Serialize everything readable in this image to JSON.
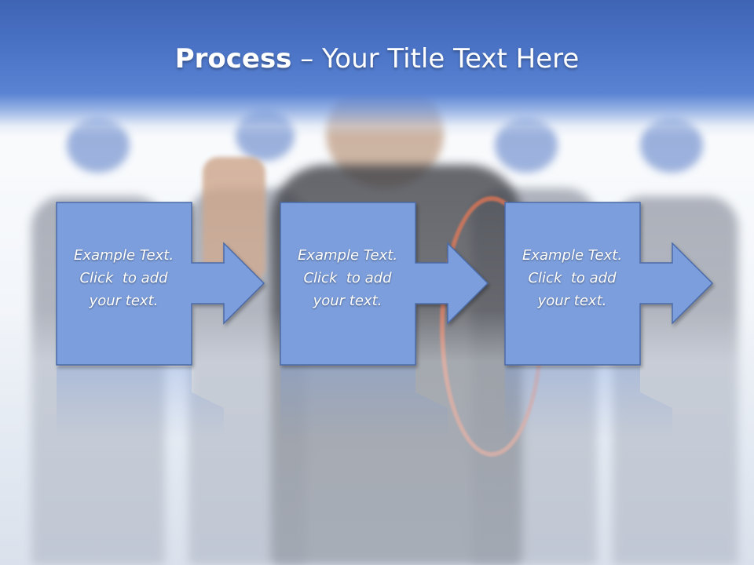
{
  "slide": {
    "title_bold": "Process",
    "title_rest": " – Your Title Text Here",
    "colors": {
      "header": "#4a73c6",
      "step_fill": "#7c9edc",
      "step_stroke": "#4c6aa8",
      "title_text": "#ffffff"
    }
  },
  "steps": [
    {
      "line1": "Example Text.",
      "line2": "Click  to add",
      "line3": "your text."
    },
    {
      "line1": "Example Text.",
      "line2": "Click  to add",
      "line3": "your text."
    },
    {
      "line1": "Example Text.",
      "line2": "Click  to add",
      "line3": "your text."
    }
  ]
}
